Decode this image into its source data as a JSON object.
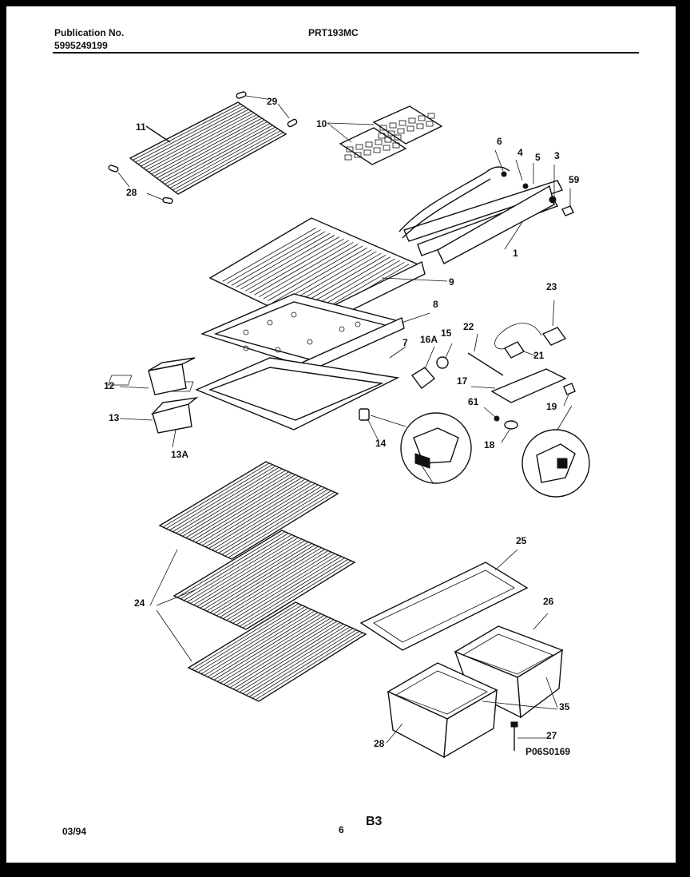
{
  "header": {
    "publication_label": "Publication No.",
    "publication_number": "5995249199",
    "model": "PRT193MC"
  },
  "footer": {
    "date": "03/94",
    "page": "6",
    "section": "B3",
    "figure_code": "P06S0169"
  },
  "callouts": {
    "c1": "1",
    "c3": "3",
    "c4": "4",
    "c5": "5",
    "c6": "6",
    "c7": "7",
    "c8": "8",
    "c9": "9",
    "c10": "10",
    "c11": "11",
    "c12": "12",
    "c13": "13",
    "c13a": "13A",
    "c14": "14",
    "c15": "15",
    "c16a": "16A",
    "c17": "17",
    "c18": "18",
    "c19": "19",
    "c21": "21",
    "c22": "22",
    "c23": "23",
    "c24": "24",
    "c25": "25",
    "c26": "26",
    "c27": "27",
    "c28a": "28",
    "c28b": "28",
    "c29": "29",
    "c35": "35",
    "c59": "59",
    "c61": "61"
  },
  "colors": {
    "background": "#000000",
    "paper": "#ffffff",
    "ink": "#111111"
  }
}
